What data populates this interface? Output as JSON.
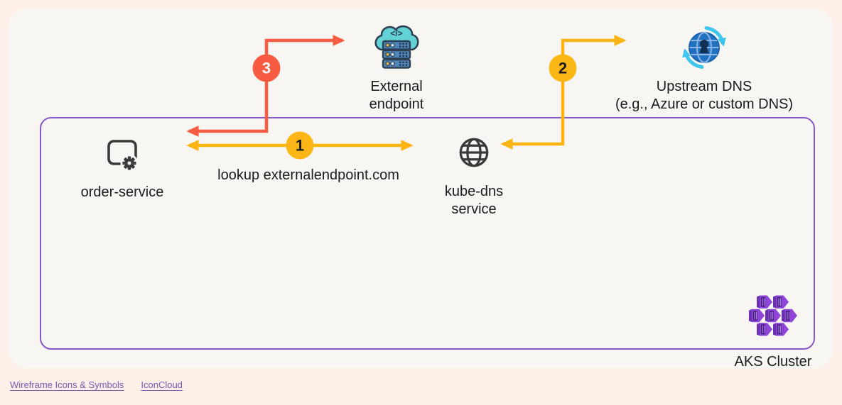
{
  "colors": {
    "outer_bg": "#fdf0e9",
    "panel_bg": "#f8f6f2",
    "cluster_border": "#8756c8",
    "arrow_yellow": "#fcb415",
    "arrow_red": "#f75c42",
    "badge_yellow": "#fcb616",
    "badge_red": "#f75c42",
    "icon_gray": "#3a3a3a",
    "link_purple": "#7a58b5"
  },
  "diagram": {
    "cluster_label": "AKS Cluster",
    "nodes": {
      "order_service": {
        "label": "order-service",
        "icon": "app-gear-icon"
      },
      "kube_dns": {
        "label_line1": "kube-dns",
        "label_line2": "service",
        "icon": "globe-wireframe-icon"
      },
      "external_endpoint": {
        "label_line1": "External",
        "label_line2": "endpoint",
        "icon": "cloud-server-icon",
        "icon_glyph": "</>"
      },
      "upstream_dns": {
        "label_line1": "Upstream DNS",
        "label_line2": "(e.g., Azure or custom DNS)",
        "icon": "secure-dns-sync-globe-icon"
      }
    },
    "steps": {
      "step1": {
        "badge": "1",
        "label": "lookup externalendpoint.com"
      },
      "step2": {
        "badge": "2"
      },
      "step3": {
        "badge": "3"
      }
    }
  },
  "footer": {
    "links": [
      {
        "label": "Wireframe Icons & Symbols"
      },
      {
        "label": "IconCloud"
      }
    ]
  }
}
